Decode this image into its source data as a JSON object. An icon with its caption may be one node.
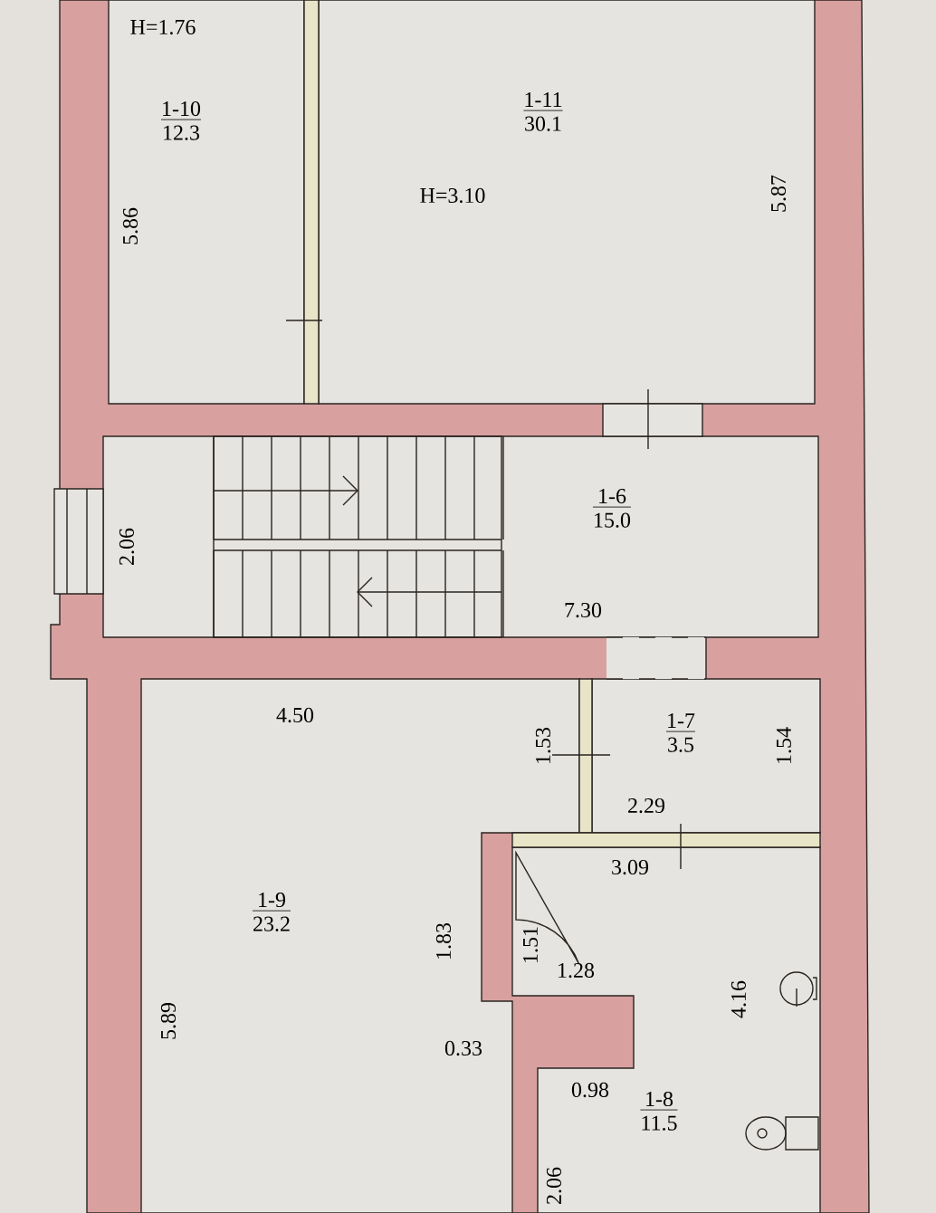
{
  "diagram": {
    "nodes": [
      {
        "text": [
          "1-10",
          "12.3"
        ]
      },
      {
        "text": [
          "1-11",
          "30.1"
        ]
      },
      {
        "text": [
          "1-6",
          "15.0"
        ]
      },
      {
        "text": [
          "1-7",
          "3.5"
        ]
      },
      {
        "text": [
          "1-9",
          "23.2"
        ]
      },
      {
        "text": [
          "1-8",
          "11.5"
        ]
      }
    ],
    "edges": [],
    "labels": [
      "H=1.76",
      "H=3.10",
      "5.86",
      "5.87",
      "2.06",
      "7.30",
      "4.50",
      "1.53",
      "1.54",
      "2.29",
      "3.09",
      "1.83",
      "1.51",
      "1.28",
      "4.16",
      "5.89",
      "0.33",
      "0.98",
      "2.06"
    ]
  }
}
